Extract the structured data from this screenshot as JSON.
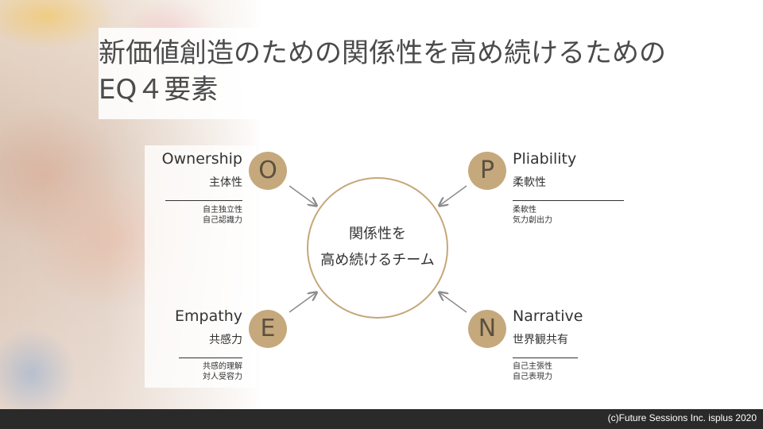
{
  "title": {
    "line1": "新価値創造のための関係性を高め続けるための",
    "line2": "EQ４要素"
  },
  "center": {
    "line1": "関係性を",
    "line2": "高め続けるチーム"
  },
  "elements": {
    "ownership": {
      "letter": "O",
      "name": "Ownership",
      "sub": "主体性",
      "detail1": "自主独立性",
      "detail2": "自己認識力"
    },
    "pliability": {
      "letter": "P",
      "name": "Pliability",
      "sub": "柔軟性",
      "detail1": "柔軟性",
      "detail2": "気力創出力"
    },
    "empathy": {
      "letter": "E",
      "name": "Empathy",
      "sub": "共感力",
      "detail1": "共感的理解",
      "detail2": "対人受容力"
    },
    "narrative": {
      "letter": "N",
      "name": "Narrative",
      "sub": "世界観共有",
      "detail1": "自己主張性",
      "detail2": "自己表現力"
    }
  },
  "footer": {
    "copyright": "(c)Future Sessions Inc. isplus 2020"
  },
  "colors": {
    "accent": "#c5a97c",
    "circle_border": "#c4a879",
    "footer_bg": "#2a2a2a",
    "arrow": "#8a8a8a"
  }
}
